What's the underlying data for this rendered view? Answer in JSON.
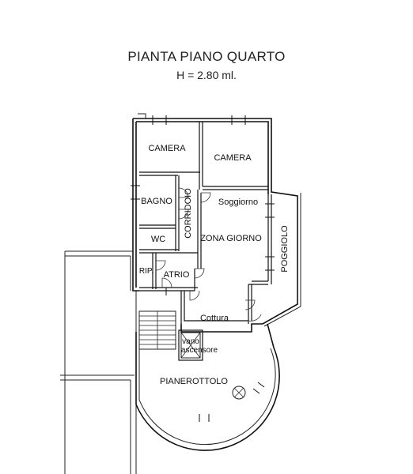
{
  "title": "PIANTA PIANO QUARTO",
  "subtitle": "H = 2.80 ml.",
  "rooms": [
    {
      "id": "camera-1",
      "label": "CAMERA"
    },
    {
      "id": "camera-2",
      "label": "CAMERA"
    },
    {
      "id": "bagno",
      "label": "BAGNO"
    },
    {
      "id": "corridoio",
      "label": "CORRIDOIO"
    },
    {
      "id": "soggiorno",
      "label": "Soggiorno"
    },
    {
      "id": "zona-giorno",
      "label": "ZONA GIORNO"
    },
    {
      "id": "poggiolo",
      "label": "POGGIOLO"
    },
    {
      "id": "wc",
      "label": "WC"
    },
    {
      "id": "rip",
      "label": "RIP."
    },
    {
      "id": "atrio",
      "label": "ATRIO"
    },
    {
      "id": "cottura",
      "label": "Cottura"
    },
    {
      "id": "vano",
      "label": "vano"
    },
    {
      "id": "ascensore",
      "label": "ascensore"
    },
    {
      "id": "pianerottolo",
      "label": "PIANEROTTOLO"
    }
  ],
  "colors": {
    "wall": "#111111",
    "background": "#ffffff"
  }
}
